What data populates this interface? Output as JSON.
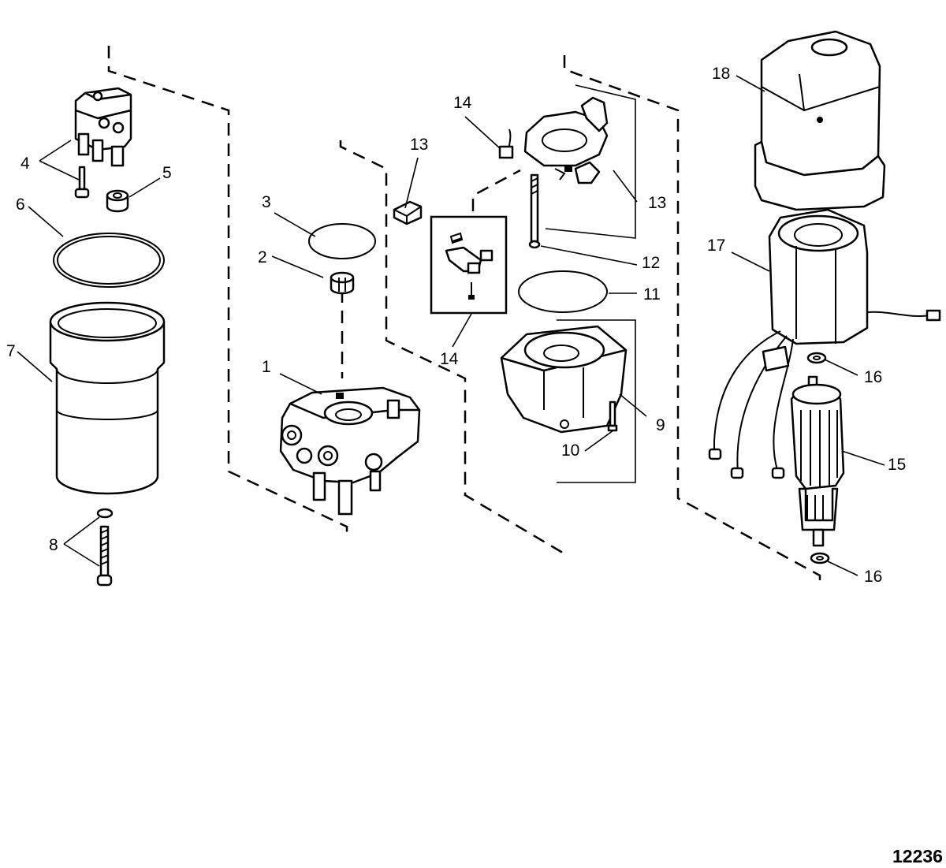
{
  "reference_number": "12236",
  "callouts": [
    {
      "id": "c1",
      "text": "1"
    },
    {
      "id": "c2",
      "text": "2"
    },
    {
      "id": "c3",
      "text": "3"
    },
    {
      "id": "c4",
      "text": "4"
    },
    {
      "id": "c5",
      "text": "5"
    },
    {
      "id": "c6",
      "text": "6"
    },
    {
      "id": "c7",
      "text": "7"
    },
    {
      "id": "c8",
      "text": "8"
    },
    {
      "id": "c9",
      "text": "9"
    },
    {
      "id": "c10",
      "text": "10"
    },
    {
      "id": "c11",
      "text": "11"
    },
    {
      "id": "c12",
      "text": "12"
    },
    {
      "id": "c13a",
      "text": "13"
    },
    {
      "id": "c13b",
      "text": "13"
    },
    {
      "id": "c14a",
      "text": "14"
    },
    {
      "id": "c14b",
      "text": "14"
    },
    {
      "id": "c15",
      "text": "15"
    },
    {
      "id": "c16a",
      "text": "16"
    },
    {
      "id": "c16b",
      "text": "16"
    },
    {
      "id": "c17",
      "text": "17"
    },
    {
      "id": "c18",
      "text": "18"
    }
  ]
}
